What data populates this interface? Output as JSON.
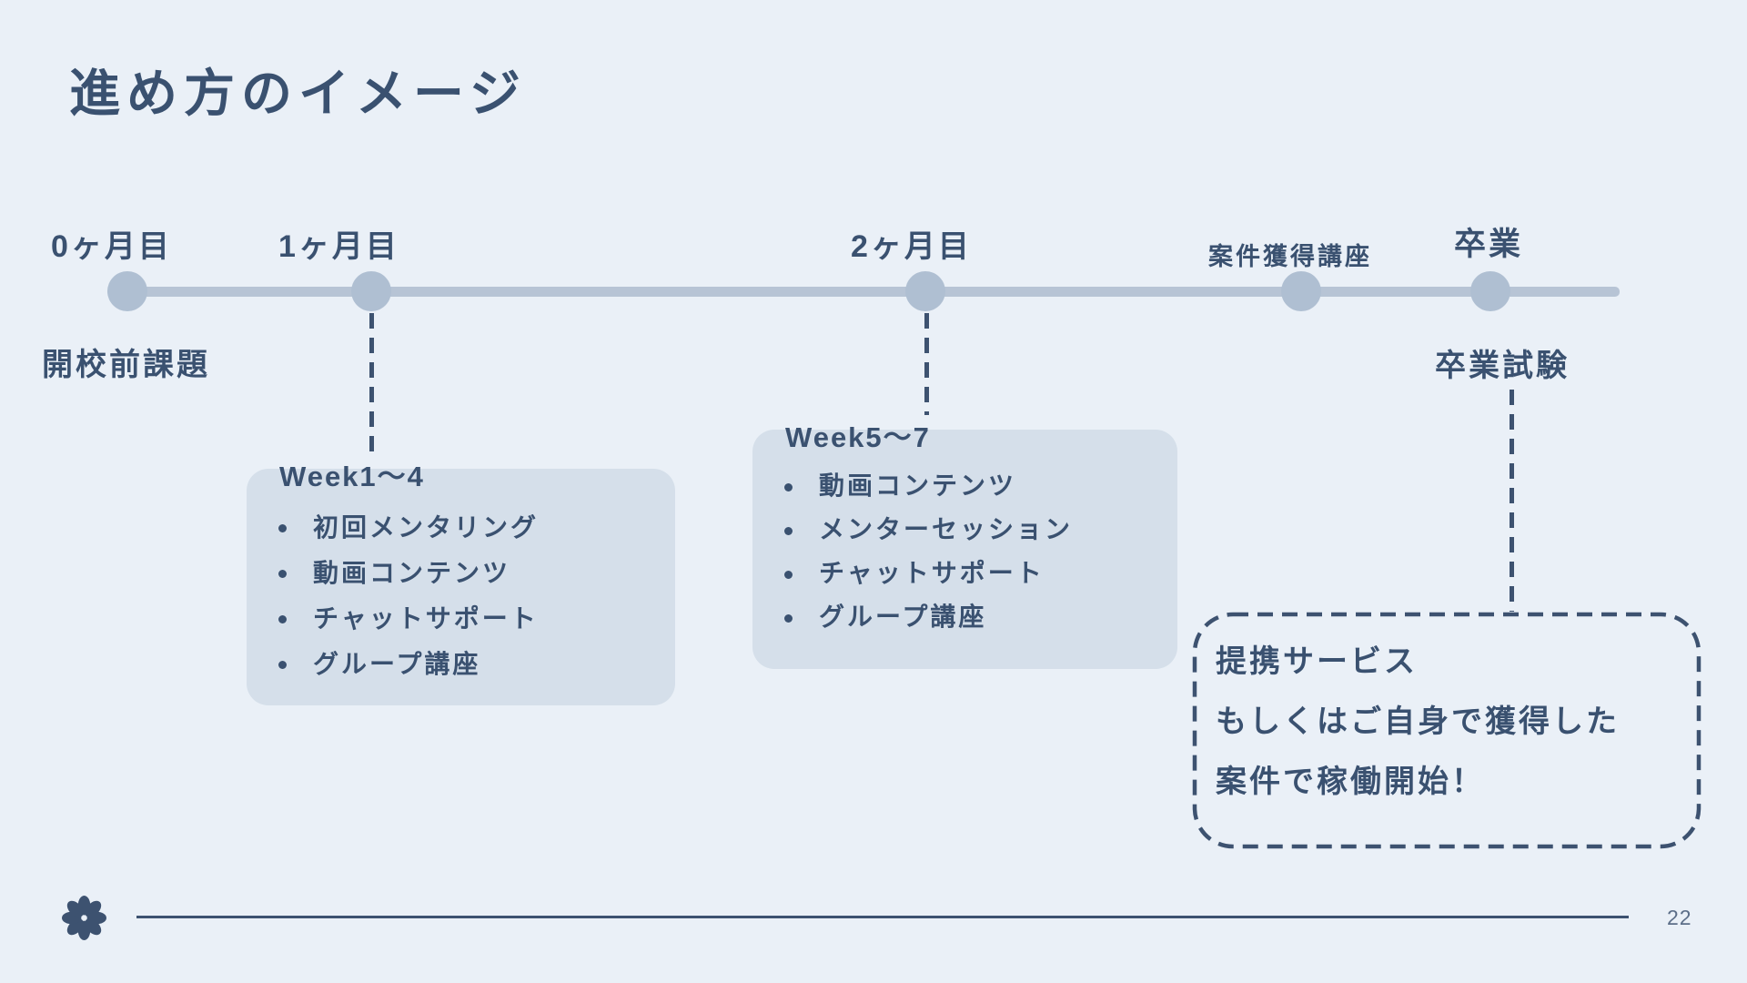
{
  "slide": {
    "title": "進め方のイメージ",
    "page_number": "22"
  },
  "colors": {
    "background": "#EAF0F7",
    "box_fill": "#D5DFEA",
    "timeline": "#B3C2D4",
    "text_dark": "#3A5170",
    "dash": "#3D5270"
  },
  "icons": {
    "footer_logo": "flower-asterisk-icon"
  },
  "timeline": {
    "milestones": [
      {
        "label": "0ヶ月目",
        "sublabel": "開校前課題"
      },
      {
        "label": "1ヶ月目",
        "sublabel": ""
      },
      {
        "label": "2ヶ月目",
        "sublabel": ""
      },
      {
        "label": "案件獲得講座",
        "sublabel": ""
      },
      {
        "label": "卒業",
        "sublabel": "卒業試験"
      }
    ]
  },
  "boxes": [
    {
      "title": "Week1〜4",
      "items": [
        "初回メンタリング",
        "動画コンテンツ",
        "チャットサポート",
        "グループ講座"
      ]
    },
    {
      "title": "Week5〜7",
      "items": [
        "動画コンテンツ",
        "メンターセッション",
        "チャットサポート",
        "グループ講座"
      ]
    }
  ],
  "callout": {
    "lines": [
      "提携サービス",
      "もしくはご自身で獲得した",
      "案件で稼働開始！"
    ]
  }
}
